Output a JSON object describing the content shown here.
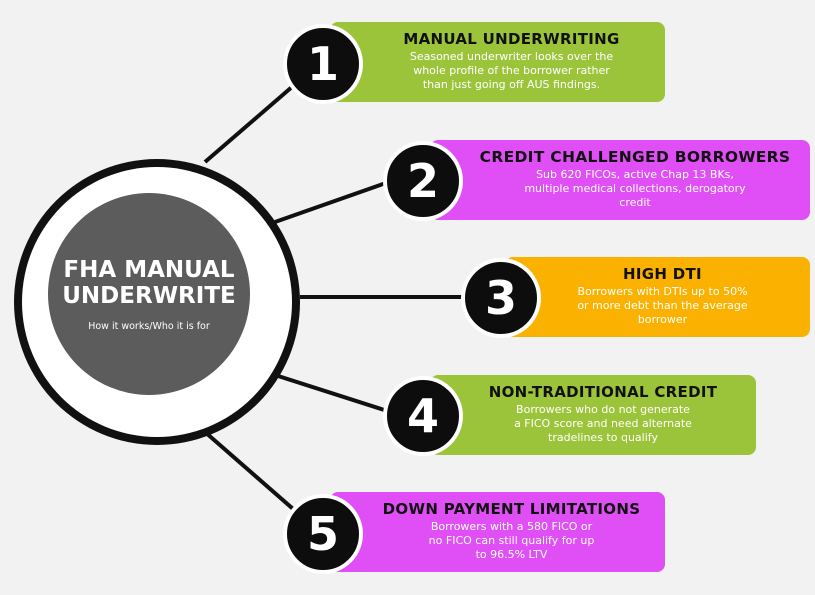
{
  "hub": {
    "title_line1": "FHA MANUAL",
    "title_line2": "UNDERWRITE",
    "subtitle": "How it works/Who it is for"
  },
  "items": [
    {
      "number": "1",
      "title": "MANUAL UNDERWRITING",
      "lines": [
        "Seasoned underwriter looks over the",
        "whole profile of the borrower rather",
        "than just going off AUS findings."
      ],
      "color": "#9cc43a",
      "text_color": "#ffffff"
    },
    {
      "number": "2",
      "title": "CREDIT CHALLENGED BORROWERS",
      "lines": [
        "Sub 620 FICOs, active Chap 13 BKs,",
        "multiple medical collections, derogatory",
        "credit"
      ],
      "color": "#e04ff5",
      "text_color": "#ffffff"
    },
    {
      "number": "3",
      "title": "HIGH DTI",
      "lines": [
        "Borrowers with DTIs up to 50%",
        "or more debt than the average",
        "borrower"
      ],
      "color": "#fbb100",
      "text_color": "#ffffff"
    },
    {
      "number": "4",
      "title": "NON-TRADITIONAL CREDIT",
      "lines": [
        "Borrowers who do not generate",
        "a FICO score and need alternate",
        "tradelines to qualify"
      ],
      "color": "#9cc43a",
      "text_color": "#ffffff"
    },
    {
      "number": "5",
      "title": "DOWN PAYMENT LIMITATIONS",
      "lines": [
        "Borrowers with a 580 FICO or",
        "no FICO can still qualify for up",
        "to 96.5% LTV"
      ],
      "color": "#e04ff5",
      "text_color": "#ffffff"
    }
  ]
}
